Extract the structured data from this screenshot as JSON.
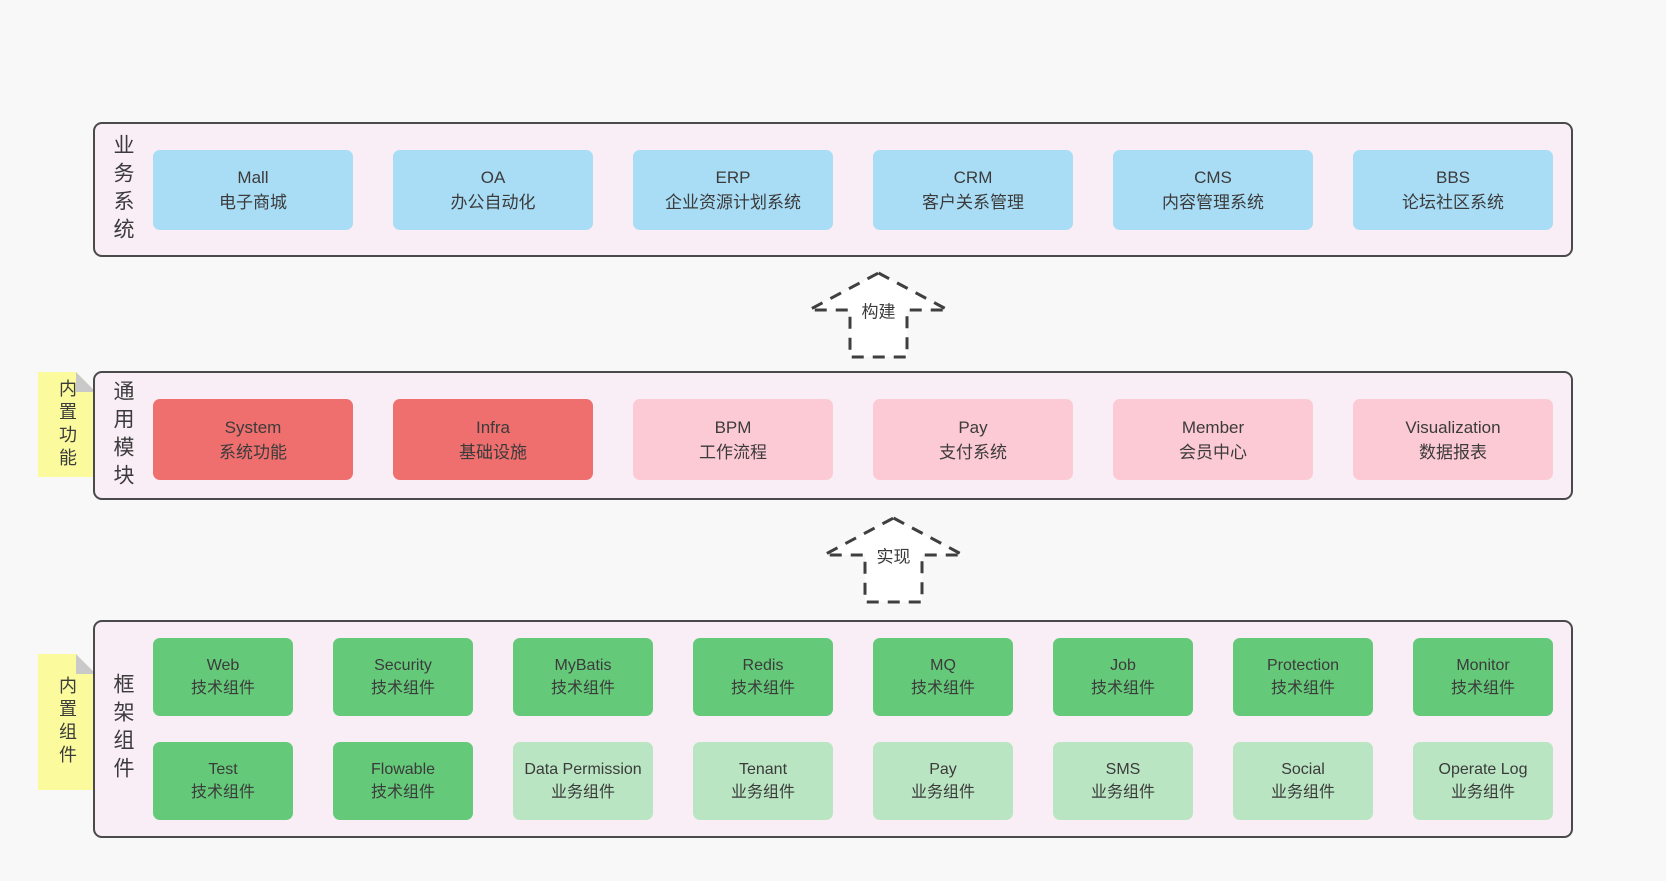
{
  "colors": {
    "bg": "#f8f8f8",
    "container": "#f9eef6",
    "border": "#4a4a4a",
    "blue": "#a9dcf5",
    "red": "#ef6e6e",
    "pink": "#fccad4",
    "green-dark": "#64c979",
    "green-light": "#b9e5c2",
    "yellow": "#fbfb9e",
    "fold": "#c9c9c9",
    "text": "#3b3b3b",
    "arrow": "#3f3f3f"
  },
  "layers": [
    {
      "label": "业务系统",
      "boxes": [
        {
          "name": "Mall",
          "sub": "电子商城"
        },
        {
          "name": "OA",
          "sub": "办公自动化"
        },
        {
          "name": "ERP",
          "sub": "企业资源计划系统"
        },
        {
          "name": "CRM",
          "sub": "客户关系管理"
        },
        {
          "name": "CMS",
          "sub": "内容管理系统"
        },
        {
          "name": "BBS",
          "sub": "论坛社区系统"
        }
      ]
    },
    {
      "label": "通用模块",
      "note": "内置功能",
      "boxes": [
        {
          "name": "System",
          "sub": "系统功能"
        },
        {
          "name": "Infra",
          "sub": "基础设施"
        },
        {
          "name": "BPM",
          "sub": "工作流程"
        },
        {
          "name": "Pay",
          "sub": "支付系统"
        },
        {
          "name": "Member",
          "sub": "会员中心"
        },
        {
          "name": "Visualization",
          "sub": "数据报表"
        }
      ]
    },
    {
      "label": "框架组件",
      "note": "内置组件",
      "rows": [
        [
          {
            "name": "Web",
            "sub": "技术组件"
          },
          {
            "name": "Security",
            "sub": "技术组件"
          },
          {
            "name": "MyBatis",
            "sub": "技术组件"
          },
          {
            "name": "Redis",
            "sub": "技术组件"
          },
          {
            "name": "MQ",
            "sub": "技术组件"
          },
          {
            "name": "Job",
            "sub": "技术组件"
          },
          {
            "name": "Protection",
            "sub": "技术组件"
          },
          {
            "name": "Monitor",
            "sub": "技术组件"
          }
        ],
        [
          {
            "name": "Test",
            "sub": "技术组件"
          },
          {
            "name": "Flowable",
            "sub": "技术组件"
          },
          {
            "name": "Data Permission",
            "sub": "业务组件"
          },
          {
            "name": "Tenant",
            "sub": "业务组件"
          },
          {
            "name": "Pay",
            "sub": "业务组件"
          },
          {
            "name": "SMS",
            "sub": "业务组件"
          },
          {
            "name": "Social",
            "sub": "业务组件"
          },
          {
            "name": "Operate Log",
            "sub": "业务组件"
          }
        ]
      ]
    }
  ],
  "arrows": [
    {
      "label": "构建"
    },
    {
      "label": "实现"
    }
  ]
}
